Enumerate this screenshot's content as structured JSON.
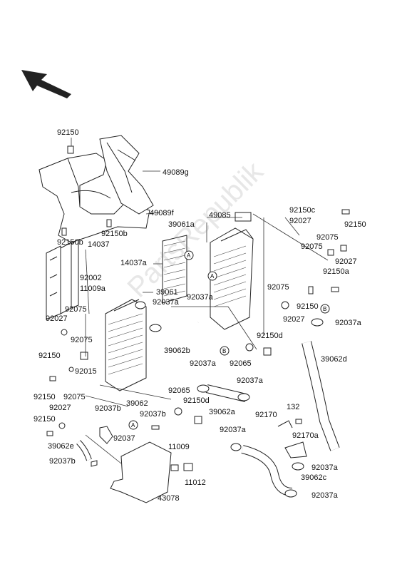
{
  "watermark": "PartsRepublik",
  "refs": {
    "a": "A",
    "b": "B"
  },
  "labels": [
    "92150",
    "49089g",
    "49089f",
    "92150b",
    "92150b",
    "49085",
    "39061a",
    "92150c",
    "92027",
    "92150",
    "92075",
    "92075",
    "92027",
    "92150a",
    "14037",
    "14037a",
    "92002",
    "11009a",
    "39061",
    "92037a",
    "92037a",
    "92075",
    "92150",
    "92027",
    "92037a",
    "92027",
    "92075",
    "92075",
    "92150",
    "39062b",
    "92150d",
    "92065",
    "39062d",
    "92015",
    "92037a",
    "92150",
    "92075",
    "92065",
    "92037a",
    "92027",
    "39062",
    "92150d",
    "39062a",
    "92170",
    "132",
    "92150",
    "92037b",
    "92037b",
    "92037",
    "39062e",
    "92037a",
    "92170a",
    "11009",
    "92037b",
    "92037a",
    "39062c",
    "11012",
    "43078",
    "92037a"
  ]
}
